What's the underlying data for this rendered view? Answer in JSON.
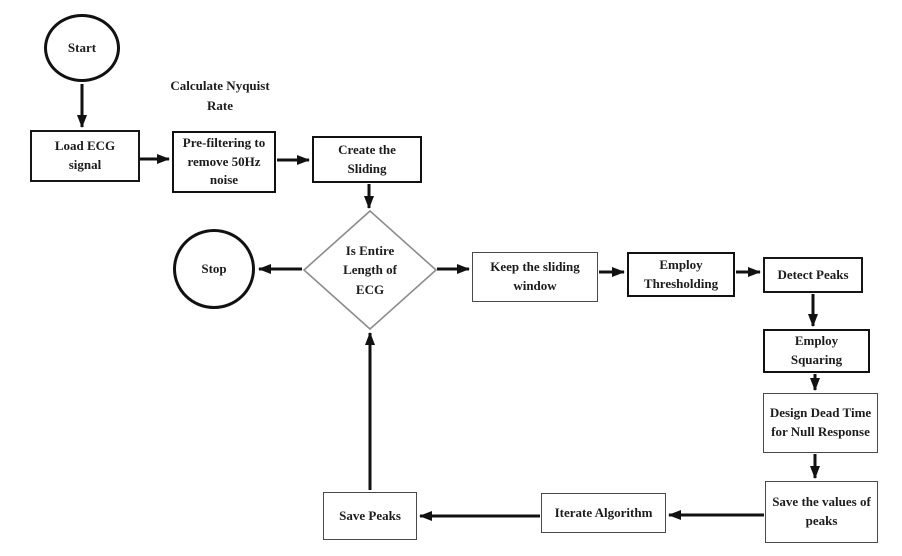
{
  "colors": {
    "background": "#ffffff",
    "line": "#111111",
    "box_border": "#111111",
    "thin_border": "#4a4a4a",
    "diamond_border": "#8c8c8c",
    "text": "#1c1c1c"
  },
  "nodes": {
    "start": {
      "label": "Start",
      "shape": "circle"
    },
    "load_ecg": {
      "label": "Load ECG signal",
      "shape": "rect"
    },
    "nyquist_note": {
      "label": "Calculate Nyquist Rate",
      "shape": "text"
    },
    "prefilter": {
      "label": "Pre-filtering to remove 50Hz noise",
      "shape": "rect"
    },
    "create_sliding": {
      "label": "Create the Sliding",
      "shape": "rect"
    },
    "decision": {
      "label": "Is Entire Length of ECG",
      "shape": "diamond"
    },
    "stop": {
      "label": "Stop",
      "shape": "circle"
    },
    "keep_sliding": {
      "label": "Keep the sliding window",
      "shape": "rect"
    },
    "employ_thresholding": {
      "label": "Employ Thresholding",
      "shape": "rect"
    },
    "detect_peaks": {
      "label": "Detect Peaks",
      "shape": "rect"
    },
    "employ_squaring": {
      "label": "Employ Squaring",
      "shape": "rect"
    },
    "design_dead_time": {
      "label": "Design Dead Time for Null Response",
      "shape": "rect"
    },
    "save_values": {
      "label": "Save the values of peaks",
      "shape": "rect"
    },
    "iterate_algorithm": {
      "label": "Iterate Algorithm",
      "shape": "rect"
    },
    "save_peaks": {
      "label": "Save Peaks",
      "shape": "rect"
    }
  },
  "edges": [
    {
      "from": "start",
      "to": "load_ecg"
    },
    {
      "from": "load_ecg",
      "to": "prefilter"
    },
    {
      "from": "prefilter",
      "to": "create_sliding"
    },
    {
      "from": "create_sliding",
      "to": "decision"
    },
    {
      "from": "decision",
      "to": "stop"
    },
    {
      "from": "decision",
      "to": "keep_sliding"
    },
    {
      "from": "keep_sliding",
      "to": "employ_thresholding"
    },
    {
      "from": "employ_thresholding",
      "to": "detect_peaks"
    },
    {
      "from": "detect_peaks",
      "to": "employ_squaring"
    },
    {
      "from": "employ_squaring",
      "to": "design_dead_time"
    },
    {
      "from": "design_dead_time",
      "to": "save_values"
    },
    {
      "from": "save_values",
      "to": "iterate_algorithm"
    },
    {
      "from": "iterate_algorithm",
      "to": "save_peaks"
    },
    {
      "from": "save_peaks",
      "to": "decision"
    }
  ]
}
